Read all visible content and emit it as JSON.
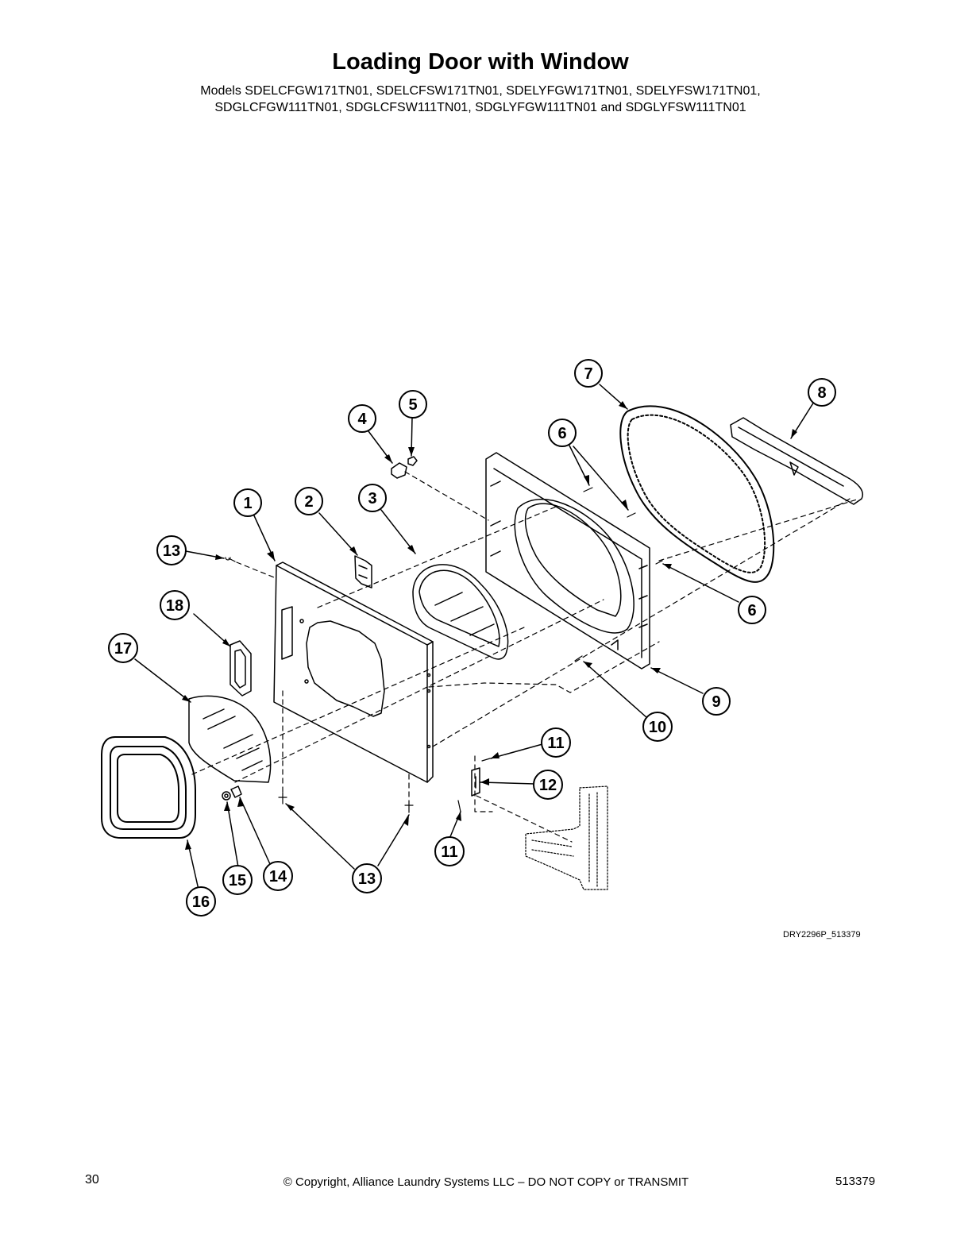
{
  "header": {
    "title": "Loading Door with Window",
    "models_line1": "Models SDELCFGW171TN01, SDELCFSW171TN01, SDELYFGW171TN01, SDELYFSW171TN01,",
    "models_line2": "SDGLCFGW111TN01, SDGLCFSW111TN01, SDGLYFGW111TN01 and SDGLYFSW111TN01"
  },
  "diagram": {
    "drawing_id": "DRY2296P_513379",
    "callouts": [
      "1",
      "2",
      "3",
      "4",
      "5",
      "6",
      "6",
      "7",
      "8",
      "9",
      "10",
      "11",
      "11",
      "12",
      "13",
      "13",
      "14",
      "15",
      "16",
      "17",
      "18"
    ]
  },
  "footer": {
    "page_number": "30",
    "copyright": "© Copyright, Alliance Laundry Systems LLC – DO NOT COPY or TRANSMIT",
    "doc_number": "513379"
  }
}
